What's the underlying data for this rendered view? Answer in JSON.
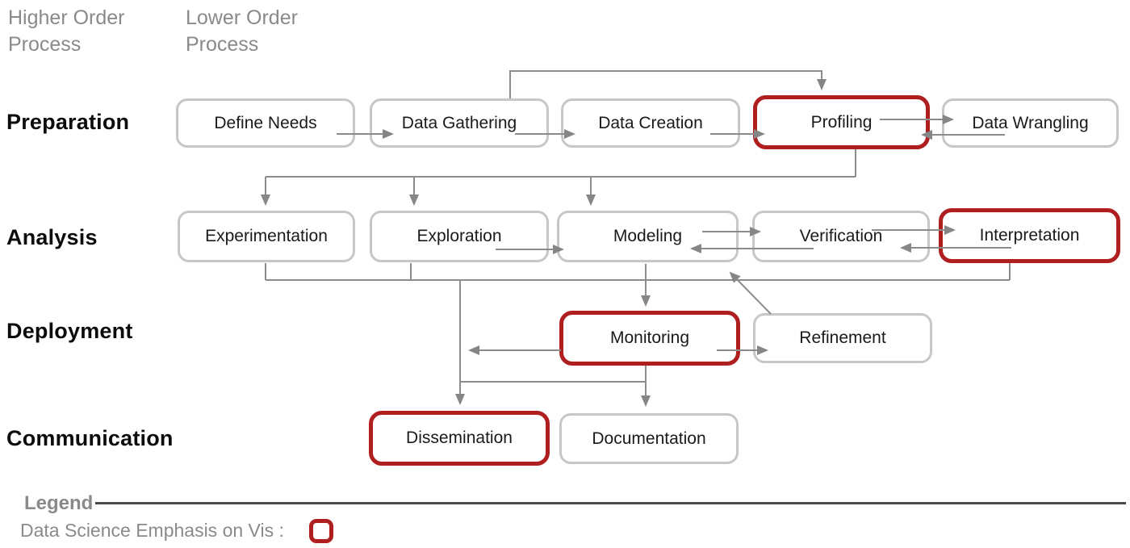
{
  "palette": {
    "emphasis_red": "#b01f1f",
    "box_border_gray": "#c7c7c7",
    "arrow_gray": "#8c8c8c",
    "label_black": "#0c0c0c",
    "muted_gray": "#8a8a8a",
    "legend_rule_gray": "#4a4a4a"
  },
  "headers": {
    "col1": "Higher Order Process",
    "col2": "Lower Order Process"
  },
  "rows": [
    {
      "label": "Preparation",
      "boxes": [
        {
          "text": "Define Needs",
          "emphasis": false
        },
        {
          "text": "Data Gathering",
          "emphasis": false
        },
        {
          "text": "Data Creation",
          "emphasis": false
        },
        {
          "text": "Profiling",
          "emphasis": true
        },
        {
          "text": "Data Wrangling",
          "emphasis": false
        }
      ]
    },
    {
      "label": "Analysis",
      "boxes": [
        {
          "text": "Experimentation",
          "emphasis": false
        },
        {
          "text": "Exploration",
          "emphasis": false
        },
        {
          "text": "Modeling",
          "emphasis": false
        },
        {
          "text": "Verification",
          "emphasis": false
        },
        {
          "text": "Interpretation",
          "emphasis": true
        }
      ]
    },
    {
      "label": "Deployment",
      "boxes": [
        {
          "text": "Monitoring",
          "emphasis": true
        },
        {
          "text": "Refinement",
          "emphasis": false
        }
      ]
    },
    {
      "label": "Communication",
      "boxes": [
        {
          "text": "Dissemination",
          "emphasis": true
        },
        {
          "text": "Documentation",
          "emphasis": false
        }
      ]
    }
  ],
  "edges": [
    {
      "from": "Define Needs",
      "to": "Data Gathering"
    },
    {
      "from": "Data Gathering",
      "to": "Data Creation"
    },
    {
      "from": "Data Creation",
      "to": "Profiling"
    },
    {
      "from": "Profiling",
      "to": "Data Wrangling"
    },
    {
      "from": "Data Wrangling",
      "to": "Profiling"
    },
    {
      "from": "Data Gathering",
      "to": "Profiling",
      "note": "top loop"
    },
    {
      "from": "Profiling",
      "to": "Experimentation"
    },
    {
      "from": "Profiling",
      "to": "Exploration"
    },
    {
      "from": "Profiling",
      "to": "Modeling"
    },
    {
      "from": "Exploration",
      "to": "Modeling"
    },
    {
      "from": "Modeling",
      "to": "Verification"
    },
    {
      "from": "Verification",
      "to": "Modeling"
    },
    {
      "from": "Verification",
      "to": "Interpretation"
    },
    {
      "from": "Interpretation",
      "to": "Verification"
    },
    {
      "from": "Modeling",
      "to": "Monitoring"
    },
    {
      "from": "Refinement",
      "to": "Modeling"
    },
    {
      "from": "Monitoring",
      "to": "Refinement"
    },
    {
      "from": "Monitoring",
      "to": "Dissemination"
    },
    {
      "from": "Monitoring",
      "to": "Documentation"
    },
    {
      "from": "Experimentation",
      "to": "Dissemination",
      "note": "via shared connector"
    },
    {
      "from": "Exploration",
      "to": "Dissemination",
      "note": "via shared connector"
    },
    {
      "from": "Interpretation",
      "to": "Dissemination",
      "note": "via shared connector"
    }
  ],
  "legend": {
    "title": "Legend",
    "entry": "Data Science Emphasis on Vis :"
  }
}
